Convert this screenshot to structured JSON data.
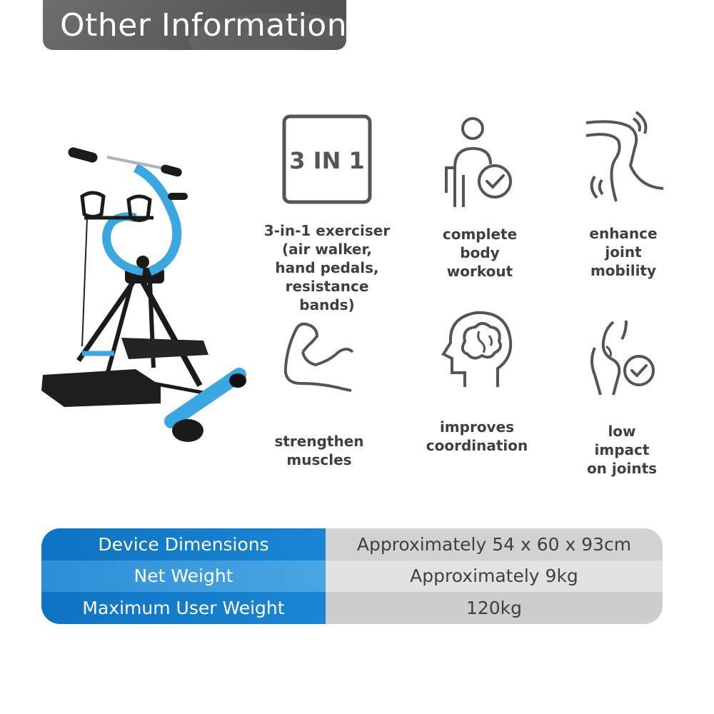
{
  "header": {
    "title": "Other Information"
  },
  "features": [
    {
      "icon": "3-in-1-badge-icon",
      "badge_text": "3 IN 1",
      "label": "3-in-1 exerciser\n(air walker,\nhand pedals,\nresistance bands)"
    },
    {
      "icon": "body-check-icon",
      "label": "complete\nbody\nworkout"
    },
    {
      "icon": "joint-mobility-icon",
      "label": "enhance\njoint\nmobility"
    },
    {
      "icon": "flexed-arm-icon",
      "label": "strengthen\nmuscles"
    },
    {
      "icon": "brain-head-icon",
      "label": "improves\ncoordination"
    },
    {
      "icon": "knee-check-icon",
      "label": "low\nimpact\non joints"
    }
  ],
  "specs": {
    "rows": [
      {
        "label": "Device Dimensions",
        "value": "Approximately 54 x 60 x 93cm"
      },
      {
        "label": "Net Weight",
        "value": "Approximately 9kg"
      },
      {
        "label": "Maximum User Weight",
        "value": "120kg"
      }
    ]
  },
  "colors": {
    "accent_blue": "#1a86d3",
    "frame_blue": "#3aa8e0",
    "icon_gray": "#555555"
  }
}
